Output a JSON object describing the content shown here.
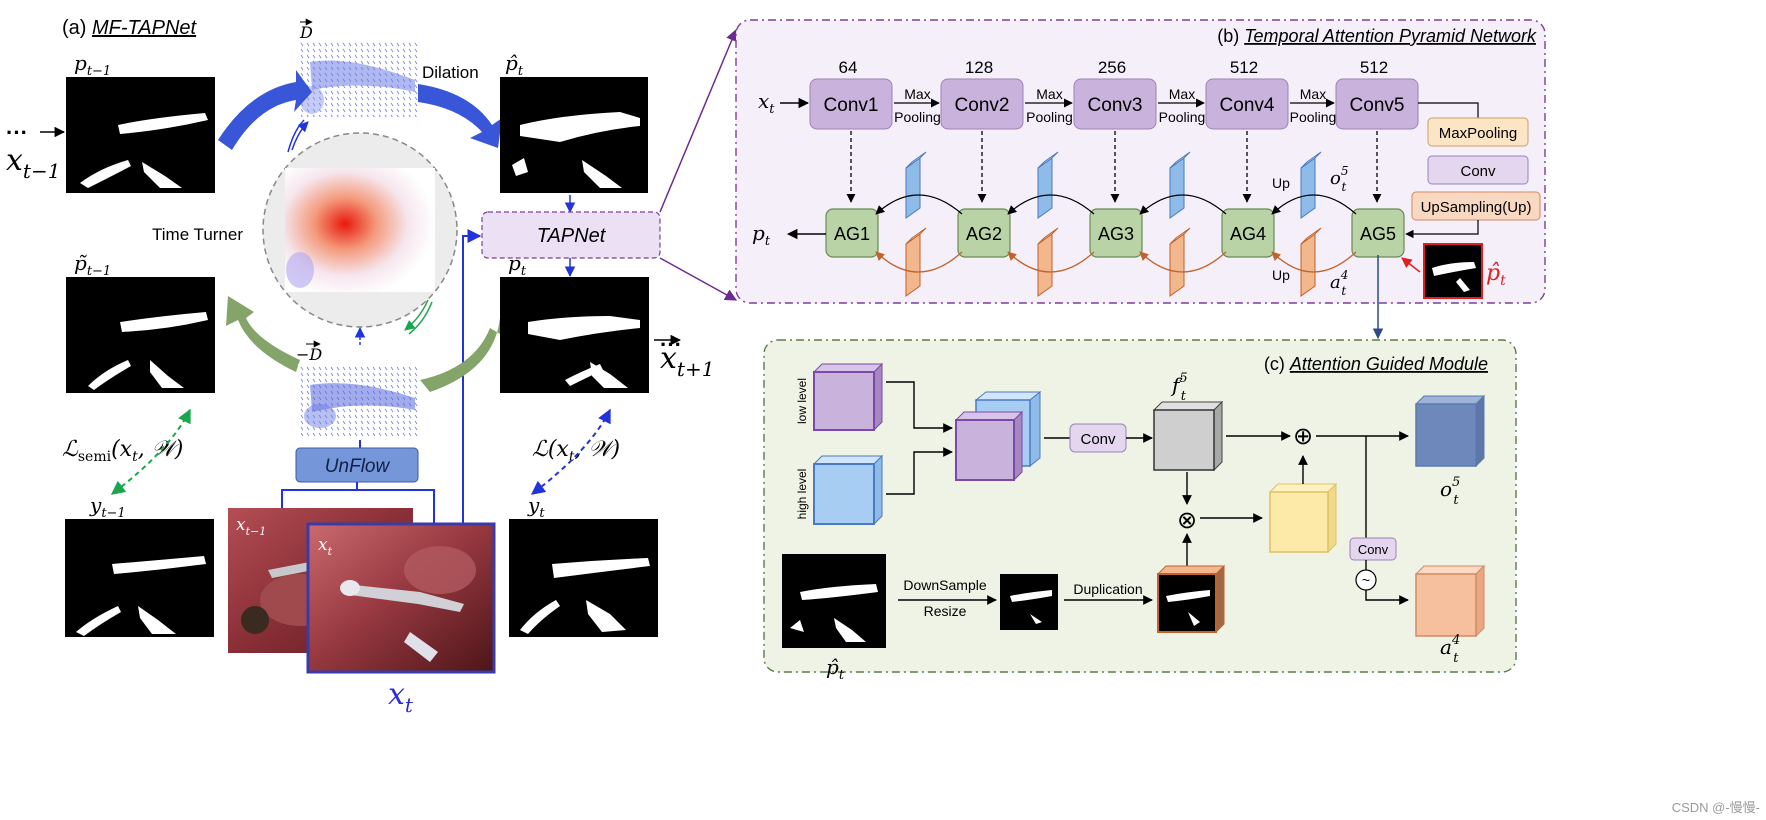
{
  "panel_a": {
    "title_prefix": "(a) ",
    "title": "MF-TAPNet",
    "labels": {
      "p_prev": "p",
      "p_prev_sub": "t−1",
      "x_prev": "x",
      "x_prev_sub": "t−1",
      "x_prev_dots": "···",
      "d_vec": "D",
      "neg_d_vec": "−D",
      "dilation": "Dilation",
      "p_hat": "p̂",
      "p_hat_sub": "t",
      "time_turner": "Time Turner",
      "tapnet": "TAPNet",
      "p_t": "p",
      "p_t_sub": "t",
      "x_next": "x",
      "x_next_sub": "t+1",
      "x_next_dots": "···",
      "p_tilde": "p̃",
      "p_tilde_sub": "t−1",
      "loss_semi": "ℒ",
      "loss_semi_sub": "semi",
      "loss_semi_args": "(x",
      "loss_semi_args_sub": "t",
      "loss_semi_args_tail": ", 𝒲)",
      "loss": "ℒ(x",
      "loss_sub": "t",
      "loss_tail": ", 𝒲)",
      "unflow": "UnFlow",
      "y_prev": "y",
      "y_prev_sub": "t−1",
      "y_t": "y",
      "y_t_sub": "t",
      "frame_prev": "x",
      "frame_prev_sub": "t−1",
      "frame_t": "x",
      "frame_t_sub": "t",
      "x_t_big": "x",
      "x_t_big_sub": "t"
    }
  },
  "panel_b": {
    "title_prefix": "(b) ",
    "title": "Temporal Attention Pyramid Network",
    "input": "x",
    "input_sub": "t",
    "output": "p",
    "output_sub": "t",
    "convs": [
      {
        "label": "Conv1",
        "channels": "64"
      },
      {
        "label": "Conv2",
        "channels": "128"
      },
      {
        "label": "Conv3",
        "channels": "256"
      },
      {
        "label": "Conv4",
        "channels": "512"
      },
      {
        "label": "Conv5",
        "channels": "512"
      }
    ],
    "pool_label_1": "Max",
    "pool_label_2": "Pooling",
    "ags": [
      "AG1",
      "AG2",
      "AG3",
      "AG4",
      "AG5"
    ],
    "side_ops": [
      "MaxPooling",
      "Conv",
      "UpSampling(Up)"
    ],
    "up_label": "Up",
    "o_label": "o",
    "o_sub": "t",
    "o_sup": "5",
    "a_label": "a",
    "a_sub": "t",
    "a_sup": "4",
    "p_hat": "p̂",
    "p_hat_sub": "t"
  },
  "panel_c": {
    "title_prefix": "(c) ",
    "title": "Attention Guided Module",
    "low_level": "low level",
    "high_level": "high level",
    "conv": "Conv",
    "f_label": "f",
    "f_sub": "t",
    "f_sup": "5",
    "plus": "⊕",
    "times": "⊗",
    "conv_small": "Conv",
    "sigma": "~",
    "o_label": "o",
    "o_sub": "t",
    "o_sup": "5",
    "a_label": "a",
    "a_sub": "t",
    "a_sup": "4",
    "downsample": "DownSample",
    "resize": "Resize",
    "duplication": "Duplication",
    "p_hat": "p̂",
    "p_hat_sub": "t"
  },
  "watermark": "CSDN @-慢慢-",
  "colors": {
    "conv_fill": "#c9b3dc",
    "ag_fill": "#b9d3a6",
    "blue_arrow": "#3a56d8",
    "green_arrow": "#84a46a",
    "purple_border": "#7b3f9e",
    "green_border": "#5c7c48",
    "orange": "#f2b78d",
    "light_blue": "#a8cdf2",
    "tapnet_fill": "#ece0f5"
  }
}
